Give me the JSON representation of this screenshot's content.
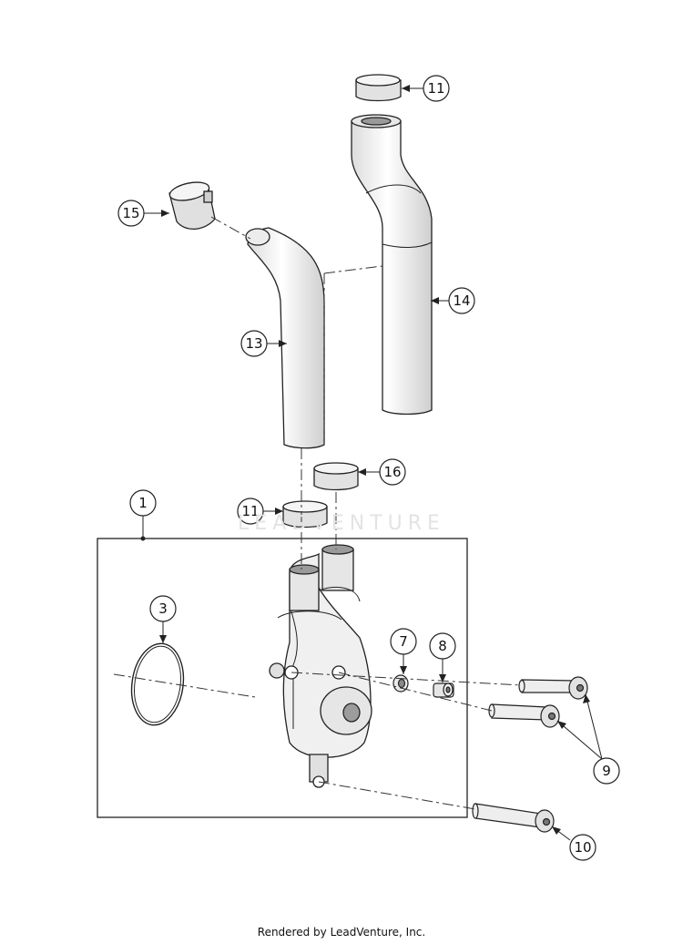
{
  "diagram": {
    "callouts": [
      {
        "id": "c11a",
        "label": "11"
      },
      {
        "id": "c15",
        "label": "15"
      },
      {
        "id": "c14",
        "label": "14"
      },
      {
        "id": "c13",
        "label": "13"
      },
      {
        "id": "c16",
        "label": "16"
      },
      {
        "id": "c1",
        "label": "1"
      },
      {
        "id": "c11b",
        "label": "11"
      },
      {
        "id": "c3",
        "label": "3"
      },
      {
        "id": "c7",
        "label": "7"
      },
      {
        "id": "c8",
        "label": "8"
      },
      {
        "id": "c9",
        "label": "9"
      },
      {
        "id": "c10",
        "label": "10"
      }
    ]
  },
  "watermark": "LEADVENTURE",
  "footer": "Rendered by LeadVenture, Inc."
}
